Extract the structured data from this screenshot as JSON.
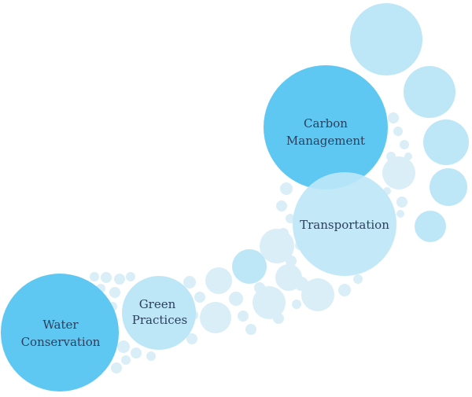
{
  "colors": {
    "strong": "#5ec8f2",
    "medium": "#9fdcf3",
    "light": "#bde7f7",
    "pale": "#d9eef7",
    "text": "#2b3f5c"
  },
  "nodes": {
    "water": {
      "line1": "Water",
      "line2": "Conservation"
    },
    "green": {
      "line1": "Green",
      "line2": "Practices"
    },
    "transport": {
      "line1": "Transportation"
    },
    "carbon": {
      "line1": "Carbon",
      "line2": "Management"
    }
  }
}
